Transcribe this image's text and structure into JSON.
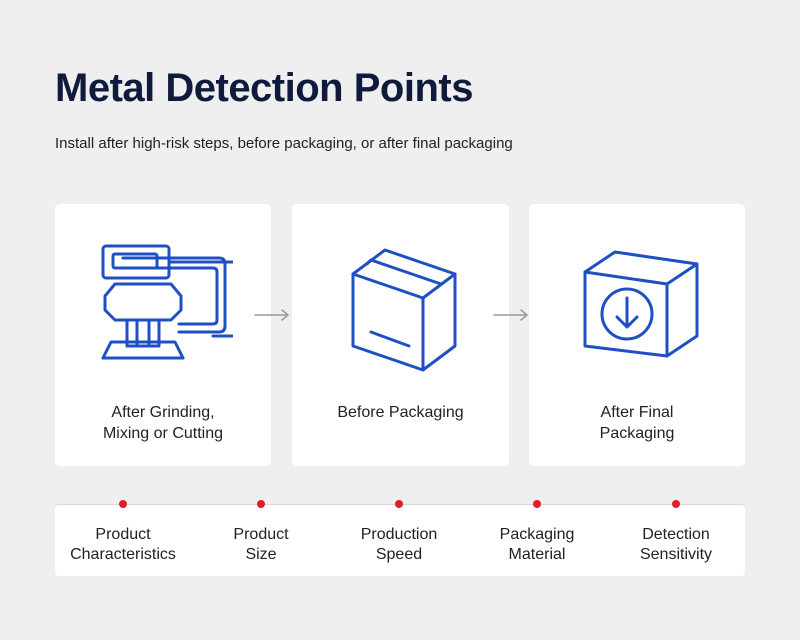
{
  "header": {
    "title": "Metal Detection Points",
    "subtitle": "Install after high-risk steps, before packaging, or after final packaging"
  },
  "steps": [
    {
      "label": "After Grinding,\nMixing or Cutting",
      "icon": "grinder-machine-icon"
    },
    {
      "label": "Before Packaging",
      "icon": "open-box-icon"
    },
    {
      "label": "After Final\nPackaging",
      "icon": "sealed-box-download-icon"
    }
  ],
  "factors": [
    {
      "label": "Product\nCharacteristics"
    },
    {
      "label": "Product\nSize"
    },
    {
      "label": "Production\nSpeed"
    },
    {
      "label": "Packaging\nMaterial"
    },
    {
      "label": "Detection\nSensitivity"
    }
  ],
  "colors": {
    "icon_stroke": "#1f4fc4",
    "title": "#0f1a3c",
    "dot": "#e11d2a",
    "arrow": "#9a9a9a"
  }
}
